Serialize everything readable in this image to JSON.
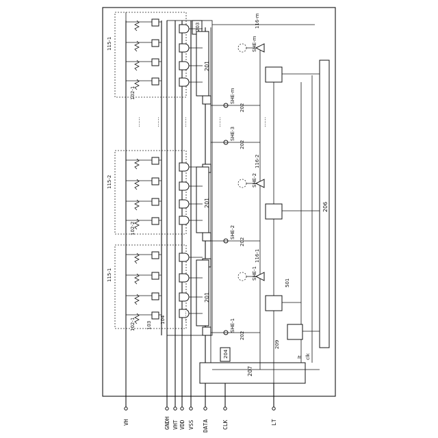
{
  "pins": {
    "vh": "VH",
    "gndh": "GNDH",
    "vht": "VHT",
    "vdd": "VDD",
    "vss": "VSS",
    "data": "DATA",
    "clk": "CLK",
    "lt": "LT"
  },
  "refs": {
    "r207": "207",
    "r206": "206",
    "r204": "204",
    "r203": "203",
    "r201a": "201",
    "r201b": "201",
    "r201c": "201",
    "r202a": "202",
    "r202b": "202",
    "r202c": "202",
    "r202d": "202",
    "r209": "209",
    "r501": "501",
    "r104": "104",
    "r103": "103",
    "r102_1_bottom": "102-1",
    "r102_2": "102-2",
    "r102_1_top": "102-1",
    "r115_1_bottom": "115-1",
    "r115_2": "115-2",
    "r115_1_top": "115-1",
    "r116_1": "116-1",
    "r116_2": "116-2",
    "r116_m": "116-m"
  },
  "signals": {
    "she1_a": "SHE-1",
    "she1_b": "SHE-1",
    "she2_a": "SHE-2",
    "she2_b": "SHE-2",
    "she3": "SHE-3",
    "shem_a": "SHE-m",
    "shem_b": "SHE-m",
    "lt": "lt",
    "clk": "clk"
  },
  "ellipses": {
    "e1": "......",
    "e2": "......",
    "e3": "......",
    "e4": "......",
    "e5": "......",
    "e6": "......"
  }
}
